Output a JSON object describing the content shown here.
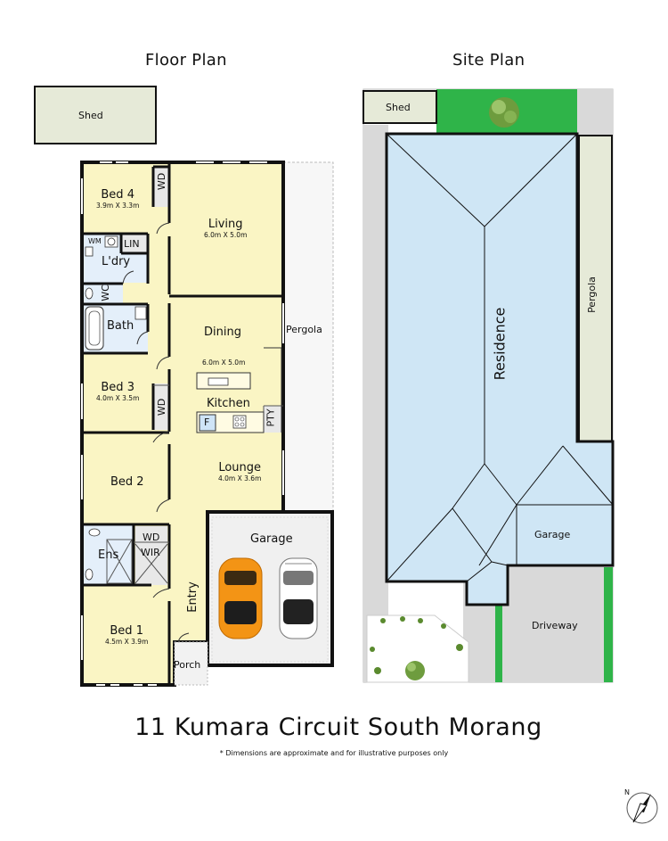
{
  "titles": {
    "floor_plan": "Floor Plan",
    "site_plan": "Site Plan",
    "address": "11 Kumara Circuit South Morang",
    "disclaimer": "* Dimensions are approximate and for illustrative purposes only"
  },
  "floor_plan": {
    "shed": "Shed",
    "bed4": {
      "name": "Bed 4",
      "dim": "3.9m X 3.3m"
    },
    "wd_top": "WD",
    "living": {
      "name": "Living",
      "dim": "6.0m X 5.0m"
    },
    "wm": "WM",
    "lin": "LIN",
    "laundry": "L'dry",
    "wc": "WC",
    "bath": "Bath",
    "dining": {
      "name": "Dining",
      "dim": "6.0m X 5.0m"
    },
    "pergola": "Pergola",
    "bed3": {
      "name": "Bed 3",
      "dim": "4.0m X 3.5m"
    },
    "wd_mid": "WD",
    "kitchen": "Kitchen",
    "fridge": "F",
    "pantry": "PTY",
    "bed2": "Bed 2",
    "lounge": {
      "name": "Lounge",
      "dim": "4.0m X 3.6m"
    },
    "garage": "Garage",
    "ens": "Ens",
    "wd_ens": "WD",
    "wir": "WIR",
    "entry": "Entry",
    "bed1": {
      "name": "Bed 1",
      "dim": "4.5m X 3.9m"
    },
    "porch": "Porch"
  },
  "site_plan": {
    "shed": "Shed",
    "residence": "Residence",
    "pergola": "Pergola",
    "garage": "Garage",
    "driveway": "Driveway"
  },
  "compass": {
    "north": "N"
  },
  "colors": {
    "room_fill": "#faf5c4",
    "wet_fill": "#e4effa",
    "shed_fill": "#e6ead8",
    "garage_fill": "#f0f0f0",
    "residence_fill": "#cfe6f5",
    "grass": "#2fb449",
    "paving": "#d9d9d9",
    "wall": "#111111",
    "car_orange": "#f39415"
  }
}
